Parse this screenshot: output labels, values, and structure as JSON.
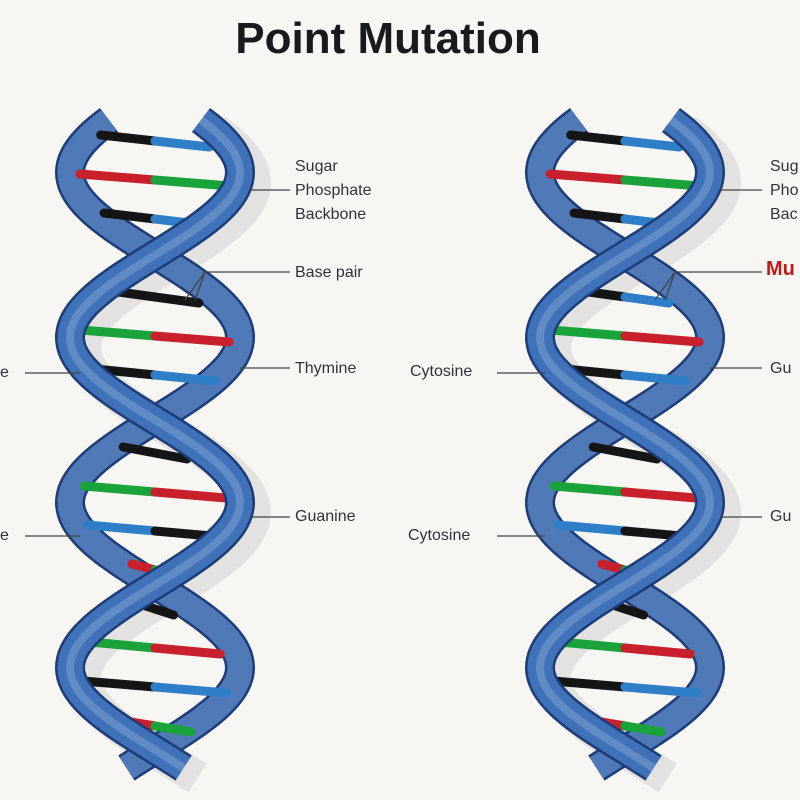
{
  "title": "Point Mutation",
  "left_helix": {
    "labels_right": [
      "Sugar",
      "Phosphate",
      "Backbone",
      "Base pair",
      "Thymine",
      "Guanine"
    ],
    "labels_left": [
      "e",
      "e"
    ]
  },
  "right_helix": {
    "labels_right": [
      "Sug",
      "Pho",
      "Bac",
      "Mu",
      "Gu",
      "Gu"
    ],
    "labels_left": [
      "Cytosine",
      "Cytosine"
    ]
  },
  "colors": {
    "strand": "#3f72b8",
    "strand_edge": "#1d3c78",
    "mutation": "#c0191b",
    "red": "#c8202c",
    "green": "#1aa33a",
    "blue": "#2f7fc8",
    "black": "#151515"
  }
}
